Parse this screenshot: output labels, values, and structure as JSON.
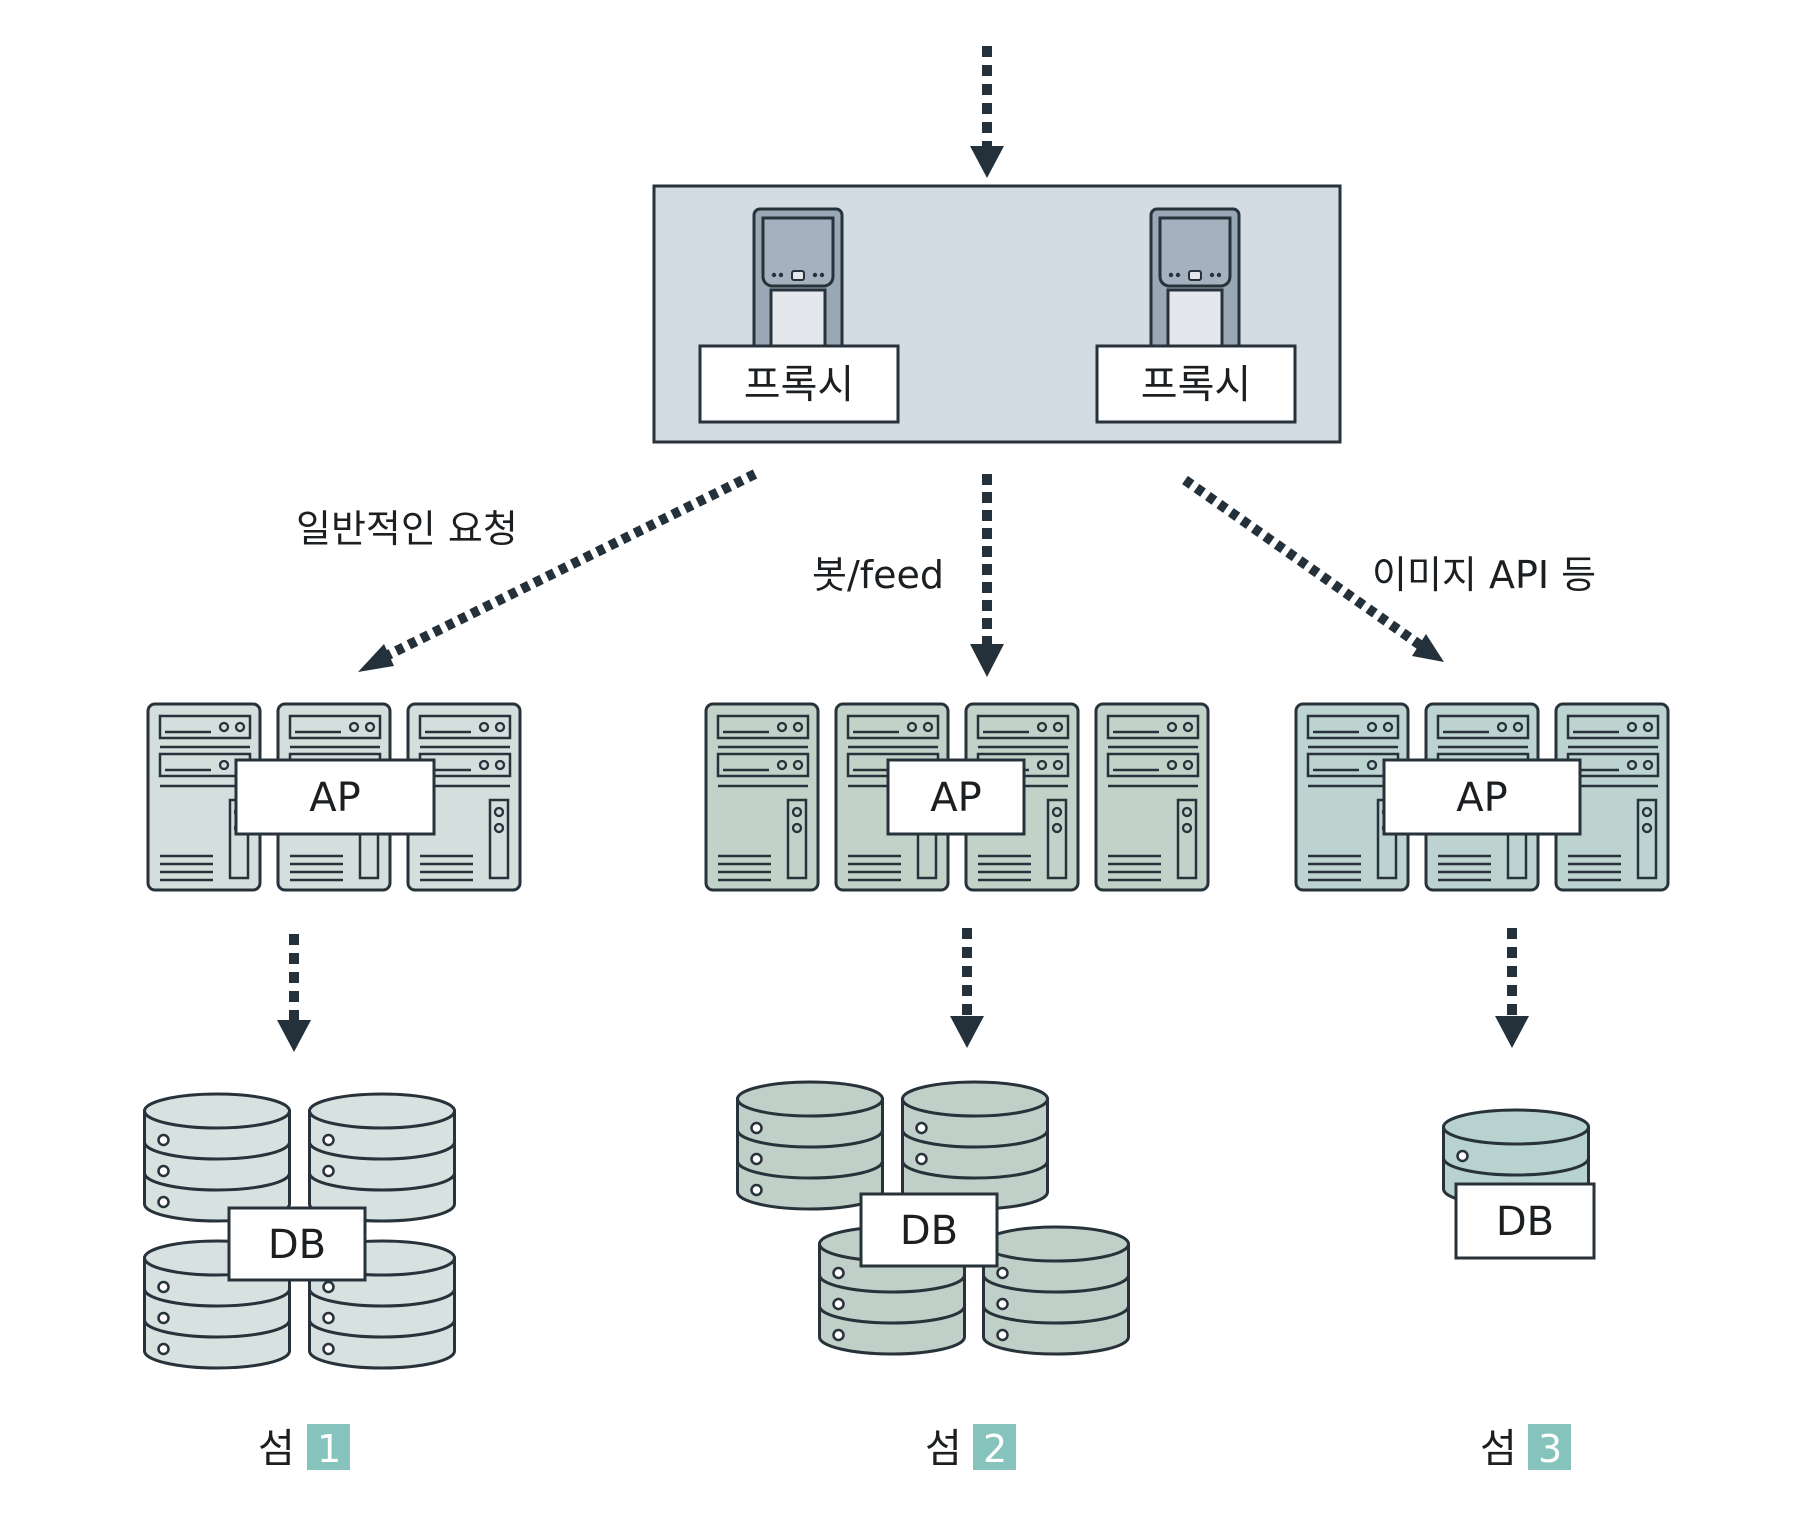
{
  "diagram": {
    "proxy_group": {
      "proxies": [
        {
          "label": "프록시",
          "icon": "proxy-server-icon"
        },
        {
          "label": "프록시",
          "icon": "proxy-server-icon"
        }
      ]
    },
    "routes": [
      {
        "label": "일반적인 요청"
      },
      {
        "label": "봇/feed"
      },
      {
        "label": "이미지 API 등"
      }
    ],
    "shards": [
      {
        "ap_label": "AP",
        "ap_servers": 3,
        "db_label": "DB",
        "db_cylinders": 4,
        "shard_label": "섬",
        "badge": "1",
        "ap_color": "#d3dedd",
        "db_color": "#d6e1e0"
      },
      {
        "ap_label": "AP",
        "ap_servers": 4,
        "db_label": "DB",
        "db_cylinders": 4,
        "shard_label": "섬",
        "badge": "2",
        "ap_color": "#c2d2c9",
        "db_color": "#c0cfc7"
      },
      {
        "ap_label": "AP",
        "ap_servers": 3,
        "db_label": "DB",
        "db_cylinders": 1,
        "shard_label": "섬",
        "badge": "3",
        "ap_color": "#bcd3cf",
        "db_color": "#b8d2cf"
      }
    ],
    "colors": {
      "stroke": "#27323a",
      "proxy_panel": "#d3dbe3",
      "proxy_screen": "#a5b1be",
      "badge": "#86c3bc",
      "arrow": "#24313a"
    }
  }
}
